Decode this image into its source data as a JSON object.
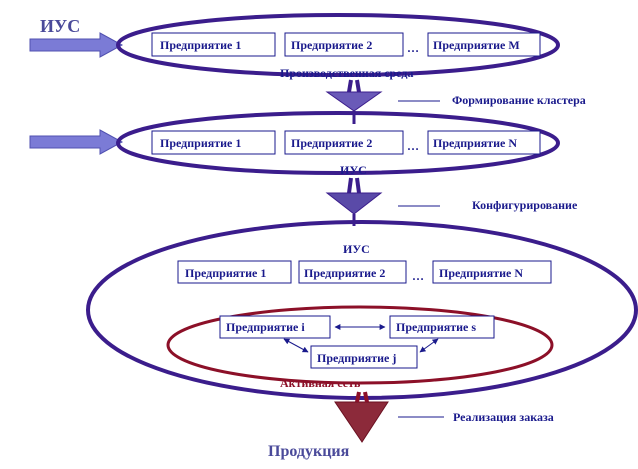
{
  "colors": {
    "outer_ellipse": "#3b1d8c",
    "active_ellipse": "#8c1028",
    "arrow_fill": "#7b7bd6",
    "funnel_blue": "#5a4aa8",
    "funnel_red": "#8c2a3a",
    "text": "#1a1a8c"
  },
  "inputs": {
    "ius_top": "ИУС",
    "ius_second": "ИУС",
    "ius_third": "ИУС"
  },
  "level1": {
    "boxes": [
      "Предприятие 1",
      "Предприятие 2",
      "Предприятие M"
    ],
    "ellipsis": "…",
    "caption": "Производственная среда"
  },
  "level2": {
    "boxes": [
      "Предприятие 1",
      "Предприятие 2",
      "Предприятие N"
    ],
    "ellipsis": "…"
  },
  "level3": {
    "boxes": [
      "Предприятие 1",
      "Предприятие 2",
      "Предприятие N"
    ],
    "ellipsis": "…",
    "active_boxes": [
      "Предприятие i",
      "Предприятие s",
      "Предприятие j"
    ],
    "active_caption": "Активная сеть"
  },
  "stages": {
    "cluster": "Формирование кластера",
    "config": "Конфигурирование",
    "order": "Реализация заказа"
  },
  "output": "Продукция"
}
